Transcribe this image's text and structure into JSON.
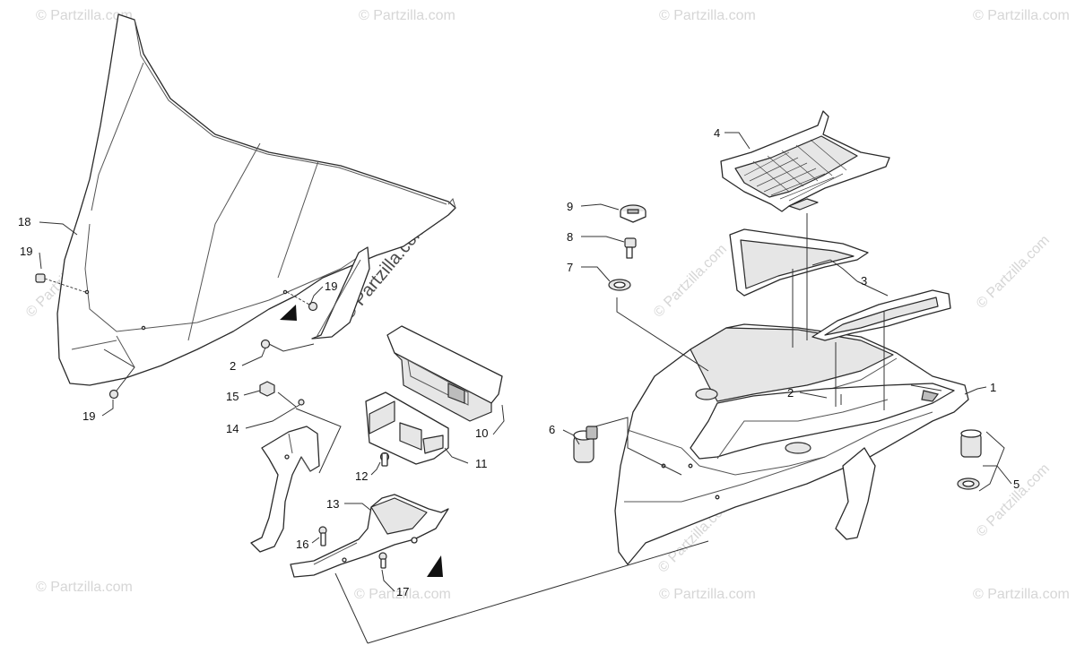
{
  "watermark": {
    "text": "© Partzilla.com",
    "center_text": "© Partzilla.com"
  },
  "callouts": {
    "p1": "1",
    "p2a": "2",
    "p2b": "2",
    "p3": "3",
    "p4": "4",
    "p5": "5",
    "p6": "6",
    "p7": "7",
    "p8": "8",
    "p9": "9",
    "p10": "10",
    "p11": "11",
    "p12": "12",
    "p13": "13",
    "p14": "14",
    "p15": "15",
    "p16": "16",
    "p17": "17",
    "p18": "18",
    "p19a": "19",
    "p19b": "19",
    "p19c": "19"
  },
  "colors": {
    "line": "#2a2a2a",
    "watermark": "#d6d6d6",
    "background": "#ffffff"
  }
}
